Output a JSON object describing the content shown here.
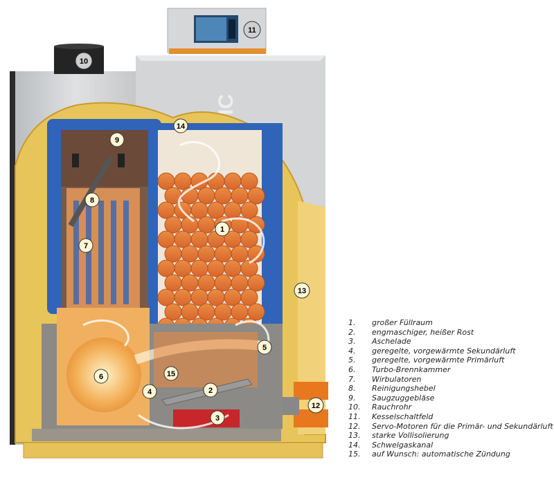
{
  "badges": {
    "b1": "1",
    "b2": "2",
    "b3": "3",
    "b4": "4",
    "b5": "5",
    "b6": "6",
    "b7": "7",
    "b8": "8",
    "b9": "9",
    "b10": "10",
    "b11": "11",
    "b12": "12",
    "b13": "13",
    "b14": "14",
    "b15": "15"
  },
  "housing_lettering": "ATIC",
  "legend": [
    {
      "num": "1.",
      "text": "großer Füllraum"
    },
    {
      "num": "2.",
      "text": "engmaschiger, heißer Rost"
    },
    {
      "num": "3.",
      "text": "Aschelade"
    },
    {
      "num": "4.",
      "text": "geregelte, vorgewärmte Sekundärluft"
    },
    {
      "num": "5.",
      "text": "geregelte, vorgewärmte Primärluft"
    },
    {
      "num": "6.",
      "text": "Turbo-Brennkammer"
    },
    {
      "num": "7.",
      "text": "Wirbulatoren"
    },
    {
      "num": "8.",
      "text": "Reinigungshebel"
    },
    {
      "num": "9.",
      "text": "Saugzuggebläse"
    },
    {
      "num": "10.",
      "text": "Rauchrohr"
    },
    {
      "num": "11.",
      "text": "Kesselschaltfeld"
    },
    {
      "num": "12.",
      "text": "Servo-Motoren für die Primär- und Sekundärluft"
    },
    {
      "num": "13.",
      "text": "starke Vollisolierung"
    },
    {
      "num": "14.",
      "text": "Schwelgaskanal"
    },
    {
      "num": "15.",
      "text": "auf Wunsch: automatische Zündung"
    }
  ],
  "colors": {
    "insulation": "#e8c55a",
    "casing": "#c9cbcd",
    "water_jacket": "#2f64b8",
    "firewood": "#e07a3a",
    "fire": "#f0a040",
    "servo": "#e8781e",
    "ash_drawer": "#c7262b"
  }
}
